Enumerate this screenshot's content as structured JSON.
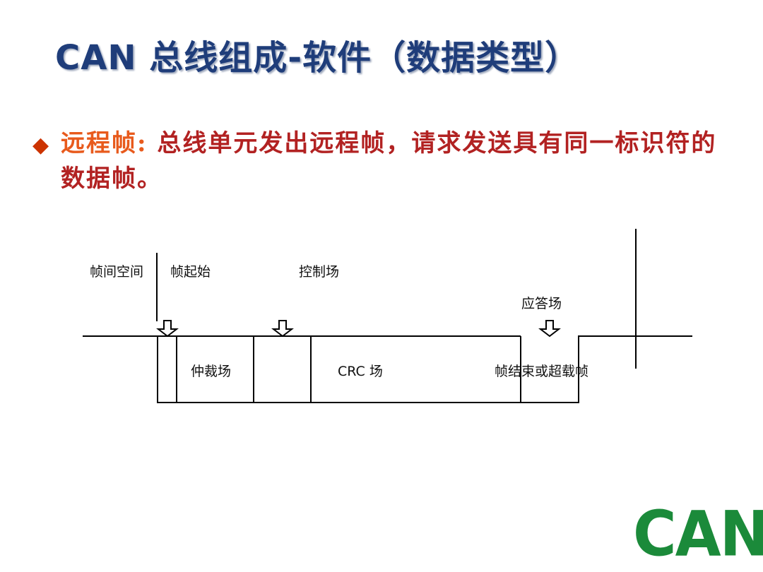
{
  "slide": {
    "title": "CAN 总线组成-软件（数据类型）",
    "bullet": {
      "term": "远程帧:",
      "text": " 总线单元发出远程帧，请求发送具有同一标识符的数据帧。"
    }
  },
  "diagram": {
    "labels": {
      "interframe_space": "帧间空间",
      "start_of_frame": "帧起始",
      "control_field": "控制场",
      "ack_field": "应答场",
      "arbitration_field": "仲裁场",
      "crc_field": "CRC 场",
      "end_of_frame": "帧结束或超载帧"
    }
  },
  "logo": {
    "text": "CAN",
    "color": "#1b8a3a"
  },
  "colors": {
    "title": "#1f3d7a",
    "bullet_term": "#e85a1c",
    "bullet_text": "#b22222"
  }
}
